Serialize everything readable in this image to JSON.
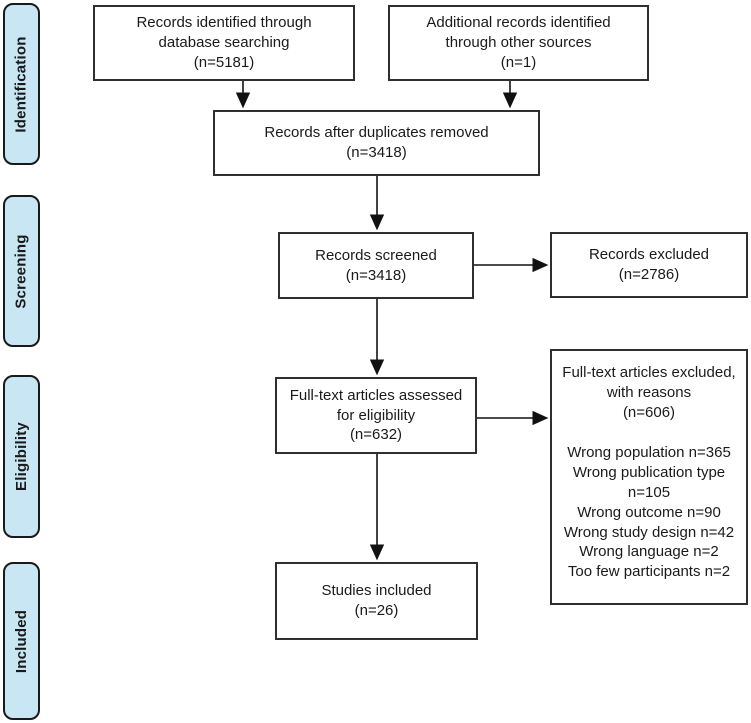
{
  "diagram_type": "prisma-flow-diagram",
  "colors": {
    "stage_fill": "#C9E6F4",
    "stage_border": "#1a1a1a",
    "box_border": "#2f2f2f",
    "arrow": "#111111"
  },
  "stages": [
    {
      "label": "Identification"
    },
    {
      "label": "Screening"
    },
    {
      "label": "Eligibility"
    },
    {
      "label": "Included"
    }
  ],
  "boxes": {
    "records_identified": {
      "lines": [
        "Records identified through",
        "database searching",
        "(n=5181)"
      ]
    },
    "additional_records": {
      "lines": [
        "Additional records identified",
        "through other sources",
        "(n=1)"
      ]
    },
    "duplicates_removed": {
      "lines": [
        "Records after duplicates removed",
        "(n=3418)"
      ]
    },
    "records_screened": {
      "lines": [
        "Records screened",
        "(n=3418)"
      ]
    },
    "records_excluded": {
      "lines": [
        "Records excluded",
        "(n=2786)"
      ]
    },
    "fulltext_assessed": {
      "lines": [
        "Full-text articles assessed",
        "for eligibility",
        "(n=632)"
      ]
    },
    "fulltext_excluded": {
      "heading_lines": [
        "Full-text articles excluded,",
        "with reasons",
        "(n=606)"
      ],
      "reasons": [
        "Wrong population n=365",
        "Wrong publication type n=105",
        "Wrong outcome n=90",
        "Wrong study design n=42",
        "Wrong language n=2",
        "Too few participants n=2"
      ]
    },
    "studies_included": {
      "lines": [
        "Studies included",
        "(n=26)"
      ]
    }
  }
}
